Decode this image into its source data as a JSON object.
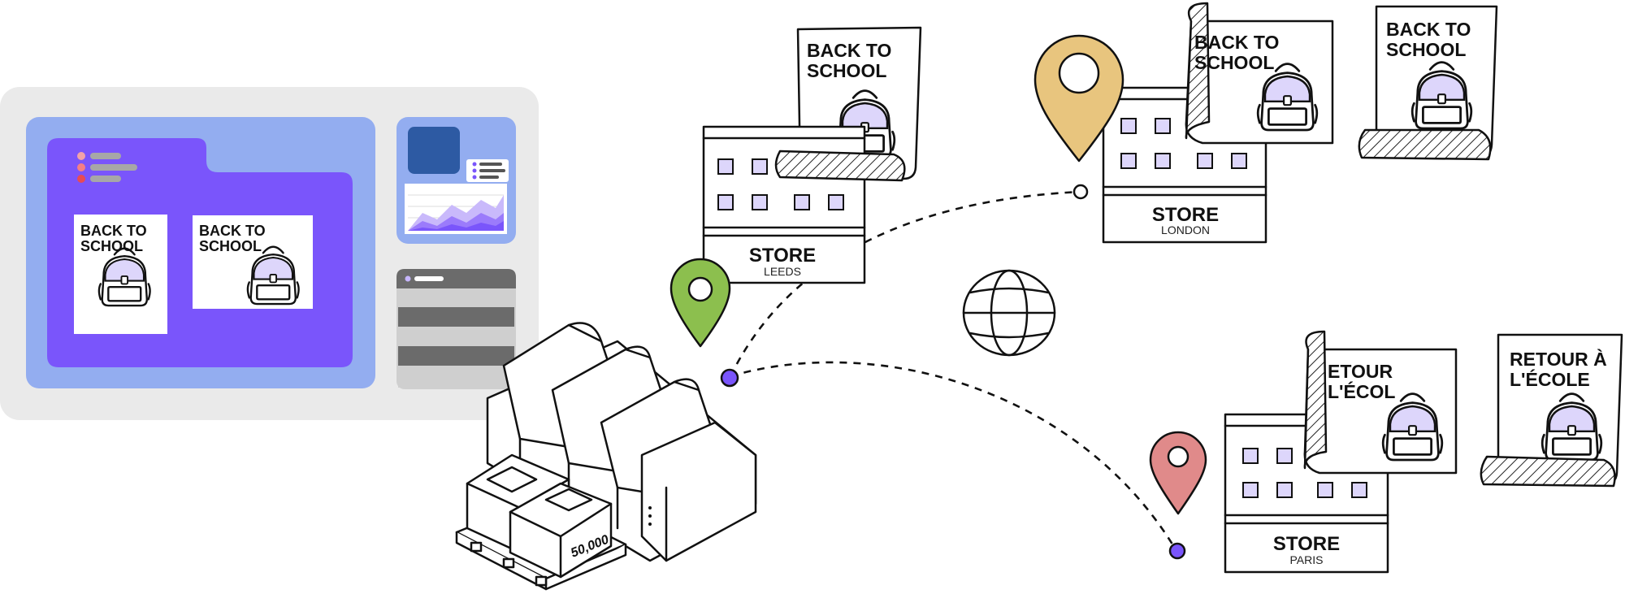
{
  "colors": {
    "panel_bg": "#eaeaea",
    "dashboard_bg": "#93adf0",
    "folder": "#7a55fb",
    "accent_purple": "#7a55fb",
    "backpack": "#ddd6fb",
    "pin_green": "#8cbf4e",
    "pin_yellow": "#e8c57e",
    "pin_red": "#e08a8a",
    "widget_dark_blue": "#2d5aa3",
    "list_dark": "#6b6b6b",
    "list_light": "#cfcfcf"
  },
  "dashboard": {
    "folder_posters": [
      {
        "line1": "BACK TO",
        "line2": "SCHOOL"
      },
      {
        "line1": "BACK TO",
        "line2": "SCHOOL"
      }
    ]
  },
  "printer": {
    "box_label": "50,000"
  },
  "stores": [
    {
      "label": "STORE",
      "city": "LEEDS",
      "pin": "green-pin-icon"
    },
    {
      "label": "STORE",
      "city": "LONDON",
      "pin": "yellow-pin-icon"
    },
    {
      "label": "STORE",
      "city": "PARIS",
      "pin": "red-pin-icon"
    }
  ],
  "posters": {
    "leeds": [
      {
        "line1": "BACK TO",
        "line2": "SCHOOL"
      }
    ],
    "london": [
      {
        "line1": "BACK TO",
        "line2": "SCHOOL"
      },
      {
        "line1": "BACK TO",
        "line2": "SCHOOL"
      }
    ],
    "paris": [
      {
        "line1": "ETOUR",
        "line2": "L'ÉCOL"
      },
      {
        "line1": "RETOUR À",
        "line2": "L'ÉCOLE"
      }
    ]
  },
  "icons": [
    "globe-icon",
    "backpack-icon",
    "map-pin-icon",
    "printer-icon",
    "chart-icon"
  ]
}
